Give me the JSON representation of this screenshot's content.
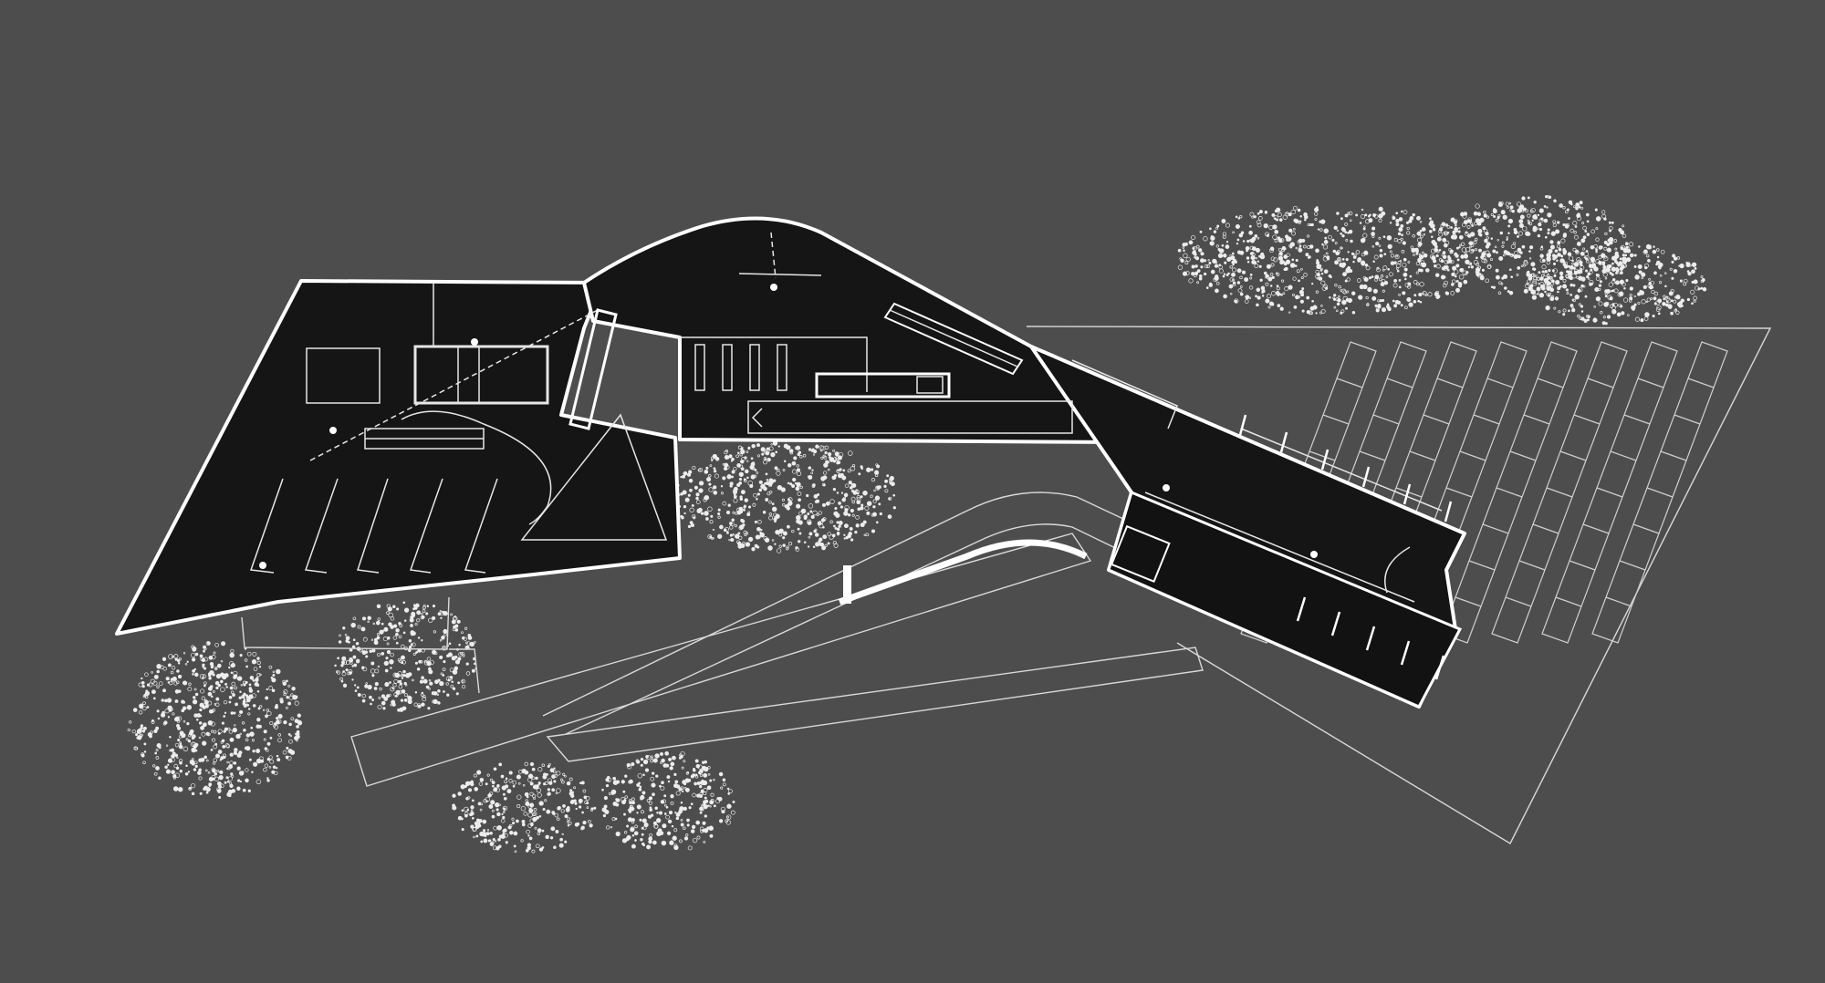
{
  "colors": {
    "background": "#4d4d4d",
    "building_fill": "#151515",
    "wall": "#ffffff",
    "line": "#e6e6e6",
    "thin_line": "#cfcfcf",
    "foliage": "#ececec"
  },
  "plan_elements": [
    "building-footprint",
    "west-hall",
    "central-hall",
    "east-wing",
    "lower-block",
    "ramp-outlines",
    "site-boundary",
    "parking-area",
    "trees"
  ]
}
